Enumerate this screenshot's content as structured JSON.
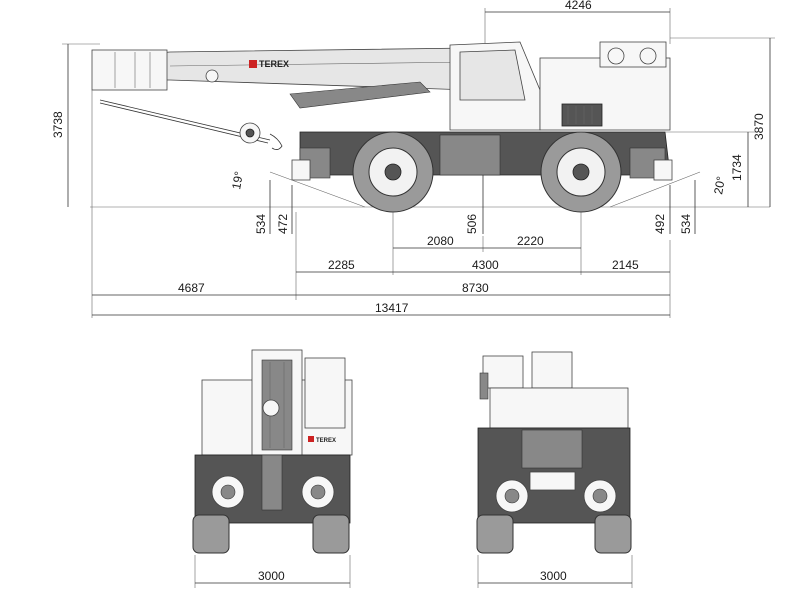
{
  "brand": "TEREX",
  "side_view": {
    "dims": {
      "cab_length": "4246",
      "overall_height": "3738",
      "height_right": "3870",
      "body_height": "1734",
      "approach_angle": "19°",
      "departure_angle": "20°",
      "ground_clearance_front": "534",
      "clearance_472": "472",
      "clearance_506": "506",
      "clearance_492": "492",
      "ground_clearance_rear": "534",
      "dim_2080": "2080",
      "dim_2220": "2220",
      "dim_2285": "2285",
      "wheelbase": "4300",
      "dim_2145": "2145",
      "boom_overhang": "4687",
      "dim_8730": "8730",
      "overall_length": "13417"
    }
  },
  "front_view": {
    "track_width": "3000"
  },
  "rear_view": {
    "track_width": "3000"
  },
  "colors": {
    "line": "#333333",
    "body": "#e6e6e6",
    "dark": "#555555",
    "brand_red": "#cc2222"
  }
}
